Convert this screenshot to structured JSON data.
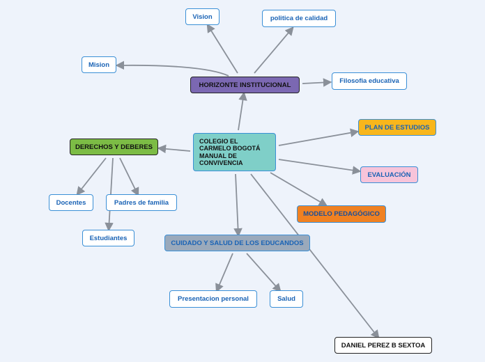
{
  "colors": {
    "background": "#eef3fb",
    "edge": "#8a9099",
    "leaf_border": "#3a8fd6",
    "leaf_text": "#1a63b5",
    "horizonte": "#7b68b2",
    "derechos": "#7cbc45",
    "plan": "#f8b61c",
    "evaluacion": "#f7c4da",
    "modelo": "#f08122",
    "cuidado": "#9aa9bb",
    "center": "#7fcfc8"
  },
  "center": {
    "lines": [
      "COLEGIO EL",
      "CARMELO BOGOTÁ",
      "MANUAL DE",
      "CONVIVENCIA"
    ]
  },
  "nodes": {
    "horizonte": "HORIZONTE INSTITUCIONAL",
    "vision": "Vision",
    "politica": "politica de calidad",
    "mision": "Mision",
    "filosofia": "Filosofia educativa",
    "derechos": "DERECHOS Y DEBERES",
    "docentes": "Docentes",
    "padres": "Padres de familia",
    "estudiantes": "Estudiantes",
    "plan": "PLAN DE ESTUDIOS",
    "evaluacion": "EVALUACIÓN",
    "modelo": "MODELO PEDAGÓGICO",
    "cuidado": "CUIDADO Y SALUD DE LOS EDUCANDOS",
    "presentacion": "Presentacion personal",
    "salud": "Salud",
    "autor": "DANIEL PEREZ B SEXTOA"
  }
}
